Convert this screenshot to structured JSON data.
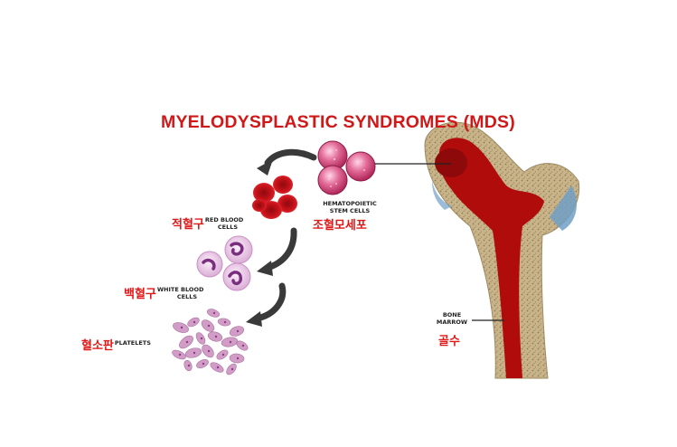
{
  "title": "MYELODYSPLASTIC SYNDROMES (MDS)",
  "stem_cells": {
    "en": "HEMATOPOIETIC\nSTEM CELLS",
    "ko": "조혈모세포"
  },
  "red_blood_cells": {
    "ko": "적혈구",
    "en": "RED BLOOD\nCELLS"
  },
  "white_blood_cells": {
    "ko": "백혈구",
    "en": "WHITE BLOOD\nCELLS"
  },
  "platelets": {
    "ko": "혈소판",
    "en": "PLATELETS"
  },
  "bone_marrow": {
    "en": "BONE\nMARROW",
    "ko": "골수"
  },
  "colors": {
    "title": "#d01818",
    "korean_label": "#e01818",
    "bone": "#c9b48a",
    "marrow": "#b00c0c",
    "red_cell": "#c8121a",
    "stem_cell": "#d6457a",
    "white_cell": "#e7c8e4",
    "platelet": "#c98bbd",
    "arrow": "#3a3a3a",
    "cartilage": "#6f9fc6"
  }
}
